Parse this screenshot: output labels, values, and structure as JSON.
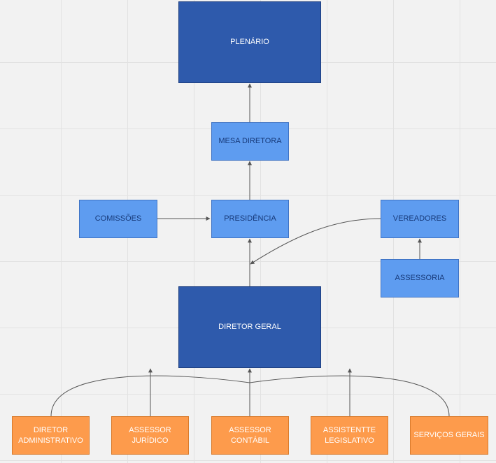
{
  "diagram": {
    "nodes": {
      "plenario": "PLENÁRIO",
      "mesa_diretora": "MESA DIRETORA",
      "presidencia": "PRESIDÊNCIA",
      "comissoes": "COMISSÕES",
      "vereadores": "VEREADORES",
      "assessoria": "ASSESSORIA",
      "diretor_geral": "DIRETOR GERAL",
      "diretor_administrativo": "DIRETOR ADMINISTRATIVO",
      "assessor_juridico": "ASSESSOR JURÍDICO",
      "assessor_contabil": "ASSESSOR CONTÁBIL",
      "assistente_legislativo": "ASSISTENTTE LEGISLATIVO",
      "servicos_gerais": "SERVIÇOS GERAIS"
    },
    "colors": {
      "dark_blue": "#2e5aac",
      "light_blue": "#5e9cf0",
      "orange": "#fd9b4c",
      "connector": "#555555"
    }
  }
}
